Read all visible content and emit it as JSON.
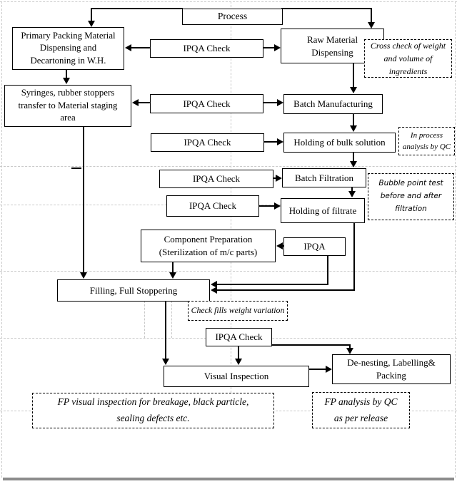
{
  "flowchart": {
    "nodes": {
      "process": {
        "lines": [
          "Process"
        ]
      },
      "primary_packing": {
        "lines": [
          "Primary Packing Material",
          "Dispensing and",
          "Decartoning in W.H."
        ]
      },
      "ipqa_check_1": {
        "lines": [
          "IPQA Check"
        ]
      },
      "raw_material": {
        "lines": [
          "Raw Material",
          "Dispensing"
        ]
      },
      "syringes": {
        "lines": [
          "Syringes, rubber stoppers",
          "transfer to Material staging",
          "area"
        ]
      },
      "ipqa_check_2": {
        "lines": [
          "IPQA Check"
        ]
      },
      "batch_manufacturing": {
        "lines": [
          "Batch Manufacturing"
        ]
      },
      "ipqa_check_3": {
        "lines": [
          "IPQA Check"
        ]
      },
      "holding_bulk": {
        "lines": [
          "Holding of bulk solution"
        ]
      },
      "ipqa_check_4": {
        "lines": [
          "IPQA Check"
        ]
      },
      "batch_filtration": {
        "lines": [
          "Batch Filtration"
        ]
      },
      "ipqa_check_5": {
        "lines": [
          "IPQA Check"
        ]
      },
      "holding_filtrate": {
        "lines": [
          "Holding of filtrate"
        ]
      },
      "component_preparation": {
        "lines": [
          "Component Preparation",
          "(Sterilization of m/c parts)"
        ]
      },
      "ipqa": {
        "lines": [
          "IPQA"
        ]
      },
      "filling": {
        "lines": [
          "Filling, Full Stoppering"
        ]
      },
      "ipqa_check_6": {
        "lines": [
          "IPQA Check"
        ]
      },
      "visual_inspection": {
        "lines": [
          "Visual Inspection"
        ]
      },
      "denesting": {
        "lines": [
          "De-nesting, Labelling&",
          "Packing"
        ]
      }
    },
    "annotations": {
      "cross_check": {
        "lines": [
          "Cross check of weight",
          "and volume of",
          "ingredients"
        ]
      },
      "in_process": {
        "lines": [
          "In process",
          "analysis by QC"
        ]
      },
      "bubble_point": {
        "lines": [
          "Bubble point test",
          "before and after",
          "filtration"
        ]
      },
      "check_fills": {
        "lines": [
          "Check fills weight variation"
        ]
      },
      "fp_visual": {
        "lines": [
          "FP visual inspection for breakage, black particle,",
          "sealing defects etc."
        ]
      },
      "fp_analysis": {
        "lines": [
          "FP analysis by QC",
          "as per release"
        ]
      }
    },
    "colors": {
      "line": "#000000",
      "box_border": "#000000",
      "grid": "#c9c9c9",
      "page_edge": "#8c8c8c",
      "background": "#ffffff"
    }
  }
}
